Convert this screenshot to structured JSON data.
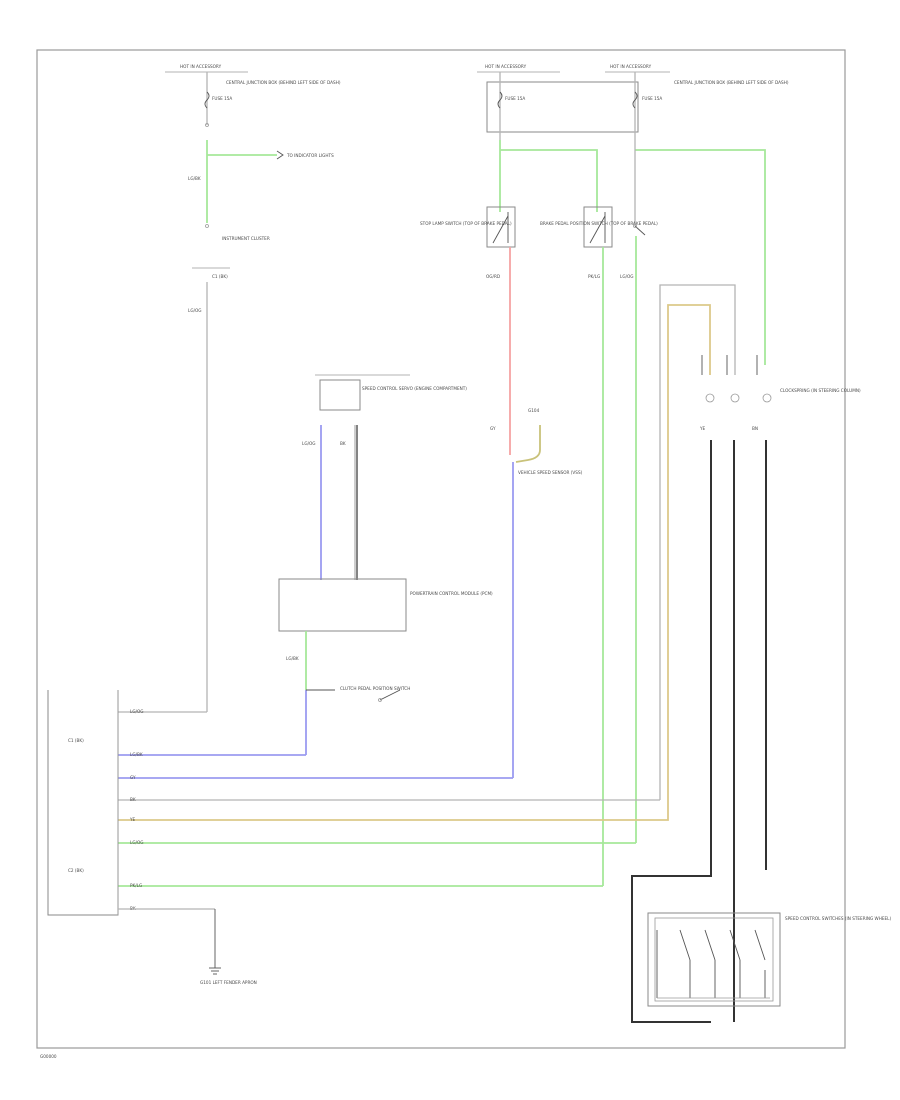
{
  "diagram": {
    "labels": {
      "hot_left": "HOT IN ACCESSORY",
      "hot_mid": "HOT IN ACCESSORY",
      "hot_right": "HOT IN ACCESSORY",
      "fuse_left": "FUSE 15A",
      "fuse_mid": "FUSE 15A",
      "fuse_right": "FUSE 15A",
      "jb_left": "CENTRAL JUNCTION BOX (BEHIND LEFT SIDE OF DASH)",
      "jb_right": "CENTRAL JUNCTION BOX (BEHIND LEFT SIDE OF DASH)",
      "to_indicator": "TO INDICATOR LIGHTS",
      "instrument_cluster": "INSTRUMENT CLUSTER",
      "brake_switch_left": "STOP LAMP SWITCH (TOP OF BRAKE PEDAL)",
      "brake_switch_right": "BRAKE PEDAL POSITION SWITCH (TOP OF BRAKE PEDAL)",
      "vss": "VEHICLE SPEED SENSOR (VSS)",
      "pcm": "POWERTRAIN CONTROL MODULE (PCM)",
      "clutch": "CLUTCH PEDAL POSITION SWITCH",
      "speed_control_module": "SPEED CONTROL SERVO (ENGINE COMPARTMENT)",
      "clockspring": "CLOCKSPRING (IN STEERING COLUMN)",
      "speed_control_switch": "SPEED CONTROL SWITCHES (IN STEERING WHEEL)",
      "ground_left": "G101 LEFT FENDER APRON",
      "ground_vss": "G104",
      "connector_a": "C1 (BK)",
      "connector_b": "C2 (BK)",
      "wire_lg_bk": "LG/BK",
      "wire_lg_og": "LG/OG",
      "wire_og_rd": "OG/RD",
      "wire_pk_lg": "PK/LG",
      "wire_bk": "BK",
      "wire_gy": "GY",
      "wire_ye": "YE",
      "wire_bn": "BN",
      "footer": "G00000"
    }
  }
}
